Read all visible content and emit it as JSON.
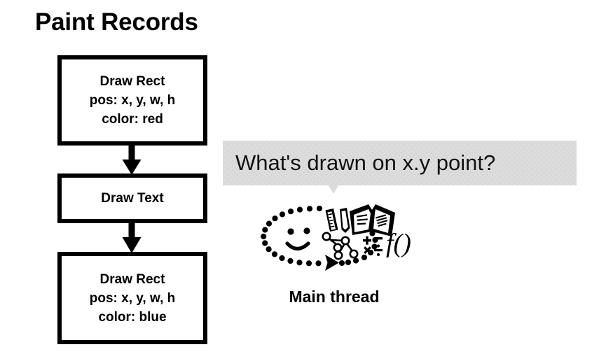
{
  "slide": {
    "title": "Paint Records",
    "background_color": "#ffffff",
    "text_color": "#000000"
  },
  "paint_records": {
    "boxes": [
      {
        "name": "draw-rect-red",
        "lines": [
          "Draw Rect",
          "pos: x, y, w, h",
          "color: red"
        ]
      },
      {
        "name": "draw-text",
        "lines": [
          "Draw Text"
        ]
      },
      {
        "name": "draw-rect-blue",
        "lines": [
          "Draw Rect",
          "pos: x, y, w, h",
          "color: blue"
        ]
      }
    ],
    "connectors": [
      {
        "name": "arrow-box1-to-box2",
        "direction": "down"
      },
      {
        "name": "arrow-box2-to-box3",
        "direction": "down"
      }
    ]
  },
  "question": {
    "bubble_text": "What's drawn on x.y point?",
    "bubble_color": "#dcdcdc",
    "tail_direction": "down"
  },
  "main_thread": {
    "label": "Main thread",
    "illustration_icons": [
      "smiley-face-icon",
      "dotted-loop-arrow-icon",
      "ruler-icon",
      "pencil-icon",
      "open-book-icon",
      "node-tree-icon",
      "math-operators-icon",
      "function-notation-icon"
    ],
    "math_operators": "+ - × ÷",
    "function_notation": "f()"
  }
}
